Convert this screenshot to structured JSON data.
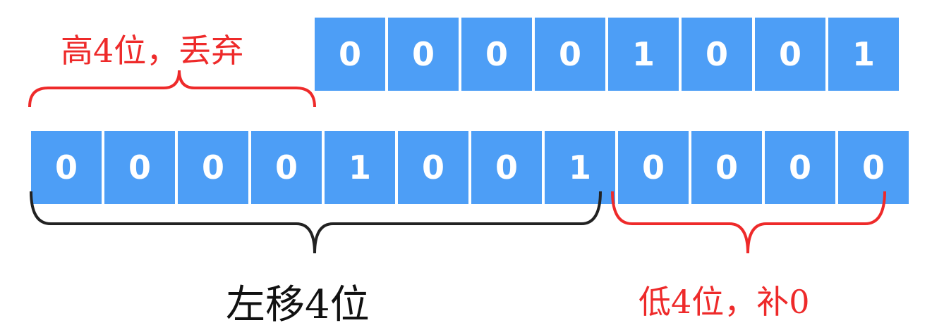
{
  "top_row": {
    "bits": [
      "0",
      "0",
      "0",
      "0",
      "1",
      "0",
      "0",
      "1"
    ]
  },
  "bottom_row": {
    "bits": [
      "0",
      "0",
      "0",
      "0",
      "1",
      "0",
      "0",
      "1",
      "0",
      "0",
      "0",
      "0"
    ]
  },
  "labels": {
    "high_discard": "高4位，丢弃",
    "shift_left": "左移4位",
    "low_fill": "低4位，补0"
  },
  "colors": {
    "cell": "#4d9ef6",
    "cell_text": "#ffffff",
    "red": "#ee2a2a",
    "black": "#111111"
  }
}
